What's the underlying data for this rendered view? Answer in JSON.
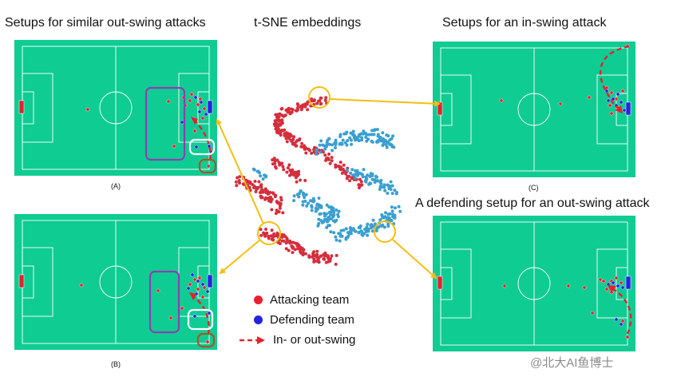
{
  "titles": {
    "top_left": "Setups for similar out-swing attacks",
    "center": "t-SNE embeddings",
    "top_right": "Setups for an in-swing attack",
    "bottom_right": "A defending setup for an out-swing attack"
  },
  "captions": {
    "a": "(A)",
    "b": "(B)",
    "c": "(C)"
  },
  "legend": {
    "attacking": "Attacking team",
    "defending": "Defending team",
    "swing": "In- or out-swing"
  },
  "colors": {
    "pitch": "#0fcc93",
    "pitch_line": "#ffffff",
    "attacking": "#e8202c",
    "defending": "#2424e0",
    "arrow": "#f5be12",
    "highlight_purple": "#8e3fb0",
    "highlight_white": "#ffffff",
    "highlight_brown": "#a3582a",
    "tsne_red": "#d42e3c",
    "tsne_blue": "#3a9fd0"
  },
  "watermark": "@北大AI鱼博士"
}
